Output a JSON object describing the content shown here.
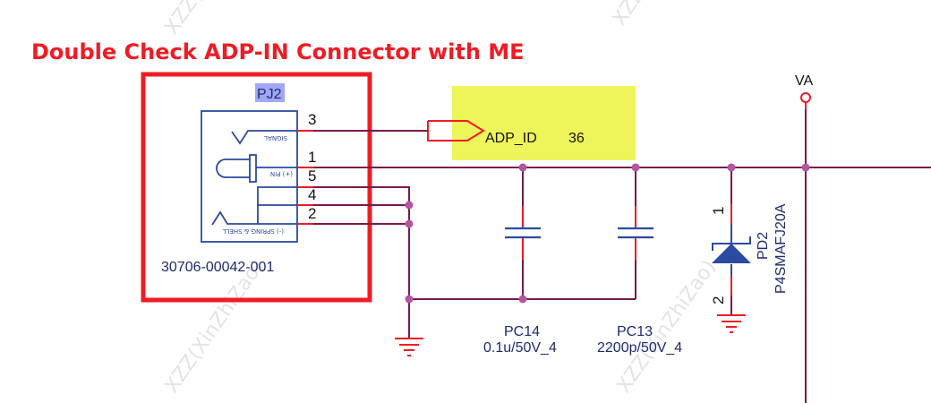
{
  "annotation": {
    "title": "Double Check ADP-IN Connector with ME",
    "highlight_color": "#ee1c25"
  },
  "watermark": "XZZ(XinZhiZao)",
  "connector": {
    "refdes": "PJ2",
    "part_number": "30706-00042-001",
    "labels": {
      "signal": "SIGNAL",
      "pin_plus": "(+) PIN",
      "spring_shell": "(-) SPRING & SHELL"
    },
    "pins": [
      "3",
      "1",
      "5",
      "4",
      "2"
    ]
  },
  "net_port": {
    "name": "ADP_ID",
    "page_ref": "36",
    "highlight_color": "#eef55a"
  },
  "power_rail": {
    "name": "VA"
  },
  "capacitors": [
    {
      "refdes": "PC14",
      "value": "0.1u/50V_4"
    },
    {
      "refdes": "PC13",
      "value": "2200p/50V_4"
    }
  ],
  "diode": {
    "refdes": "PD2",
    "part": "P4SMAFJ20A",
    "pin_top": "1",
    "pin_bottom": "2"
  },
  "colors": {
    "wire": "#7b1a4a",
    "junction": "#b455a0",
    "symbol": "#2b4aa0",
    "pin_stub": "#ee1c25"
  }
}
